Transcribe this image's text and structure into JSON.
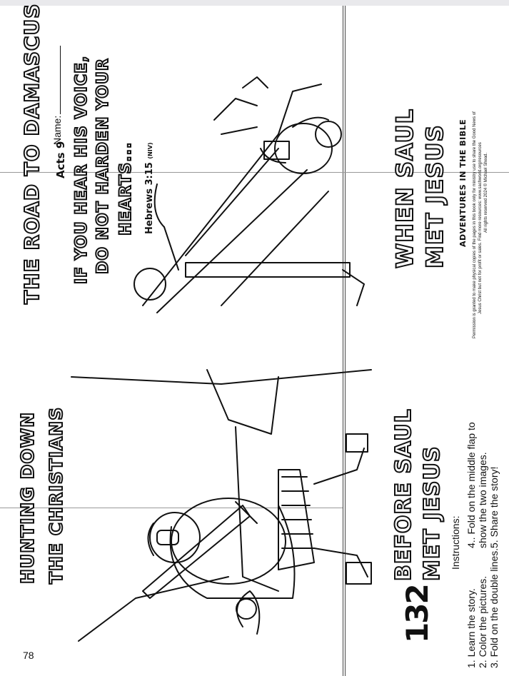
{
  "page_number": "78",
  "left_panel": {
    "title_line1": "HUNTING DOWN",
    "title_line2": "THE CHRISTIANS",
    "subtitle_line1": "BEFORE SAUL",
    "subtitle_line2": "MET JESUS",
    "number": "132",
    "instructions_label": "Instructions:",
    "instructions": [
      "1. Learn the story.",
      "2. Color the pictures.",
      "3. Fold on the double lines.",
      "4.. Fold on the middle flap to",
      "show the two images.",
      "5. Share the story!"
    ]
  },
  "right_panel": {
    "title": "THE ROAD TO DAMASCUS",
    "reference": "Acts 9",
    "name_label": "Name:",
    "verse_line1": "IF YOU HEAR HIS VOICE,",
    "verse_line2": "DO NOT HARDEN YOUR",
    "verse_line3": "HEARTS...",
    "verse_ref": "Hebrews 3:15",
    "verse_version": "(NIV)",
    "story_title_line1": "WHEN SAUL",
    "story_title_line2": "MET JESUS",
    "series": "ADVENTURES IN THE BIBLE",
    "permission_line1": "Permission is granted to make physical copies of the pages in this book only for ministry use to share the Good News of",
    "permission_line2": "Jesus Christ but not for profit or sales. Find more resources: www.sachworld.org/resources",
    "permission_line3": "All rights reserved 2024 © Michael Shead."
  }
}
